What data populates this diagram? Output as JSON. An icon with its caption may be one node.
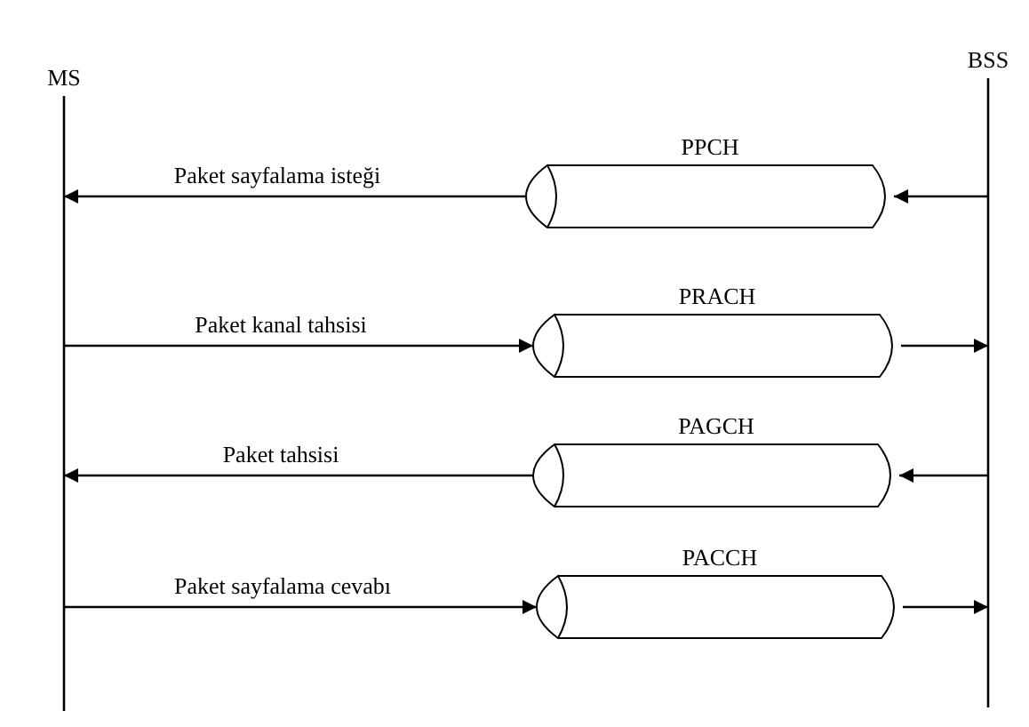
{
  "diagram": {
    "nodes": [
      {
        "text": [
          "MS"
        ]
      },
      {
        "text": [
          "BSS"
        ]
      },
      {
        "text": [
          "PPCH"
        ]
      },
      {
        "text": [
          "PRACH"
        ]
      },
      {
        "text": [
          "PAGCH"
        ]
      },
      {
        "text": [
          "PACCH"
        ]
      }
    ],
    "edges": [
      {
        "from": 1,
        "to": 2,
        "arrow": "to"
      },
      {
        "from": 2,
        "to": 0,
        "arrow": "to",
        "label": "Paket sayfalama isteği"
      },
      {
        "from": 0,
        "to": 3,
        "arrow": "to",
        "label": "Paket kanal tahsisi"
      },
      {
        "from": 3,
        "to": 1,
        "arrow": "to"
      },
      {
        "from": 1,
        "to": 4,
        "arrow": "to"
      },
      {
        "from": 4,
        "to": 0,
        "arrow": "to",
        "label": "Paket tahsisi"
      },
      {
        "from": 0,
        "to": 5,
        "arrow": "to",
        "label": "Paket sayfalama cevabı"
      },
      {
        "from": 5,
        "to": 1,
        "arrow": "to"
      }
    ]
  }
}
